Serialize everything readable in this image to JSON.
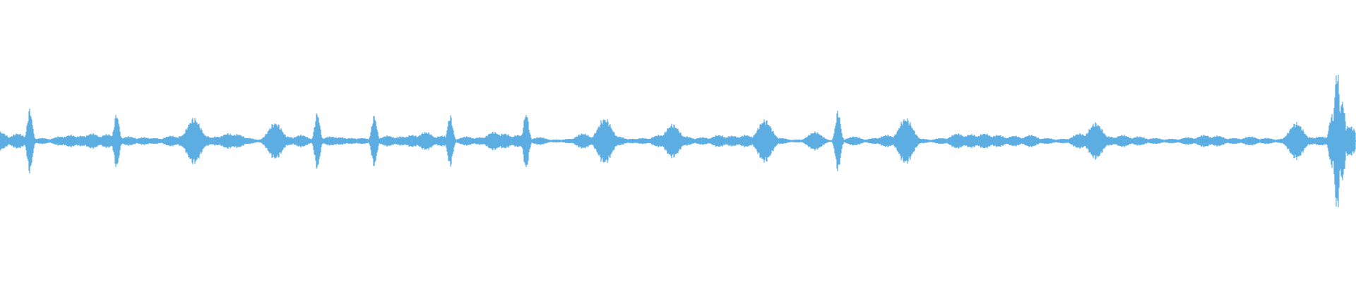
{
  "waveform": {
    "color": "#5dade2",
    "background": "#ffffff",
    "segments": [
      {
        "t": 0.0,
        "a": 0.12
      },
      {
        "t": 0.013,
        "a": 0.1
      },
      {
        "t": 0.022,
        "a": 0.42
      },
      {
        "t": 0.031,
        "a": 0.04
      },
      {
        "t": 0.044,
        "a": 0.06
      },
      {
        "t": 0.052,
        "a": 0.08
      },
      {
        "t": 0.06,
        "a": 0.07
      },
      {
        "t": 0.068,
        "a": 0.1
      },
      {
        "t": 0.079,
        "a": 0.09
      },
      {
        "t": 0.086,
        "a": 0.36
      },
      {
        "t": 0.095,
        "a": 0.06
      },
      {
        "t": 0.106,
        "a": 0.05
      },
      {
        "t": 0.114,
        "a": 0.04
      },
      {
        "t": 0.126,
        "a": 0.07
      },
      {
        "t": 0.136,
        "a": 0.08
      },
      {
        "t": 0.143,
        "a": 0.3
      },
      {
        "t": 0.151,
        "a": 0.07
      },
      {
        "t": 0.16,
        "a": 0.06
      },
      {
        "t": 0.168,
        "a": 0.1
      },
      {
        "t": 0.175,
        "a": 0.09
      },
      {
        "t": 0.183,
        "a": 0.04
      },
      {
        "t": 0.193,
        "a": 0.02
      },
      {
        "t": 0.203,
        "a": 0.24
      },
      {
        "t": 0.212,
        "a": 0.06
      },
      {
        "t": 0.222,
        "a": 0.08
      },
      {
        "t": 0.234,
        "a": 0.38
      },
      {
        "t": 0.244,
        "a": 0.06
      },
      {
        "t": 0.251,
        "a": 0.05
      },
      {
        "t": 0.259,
        "a": 0.04
      },
      {
        "t": 0.267,
        "a": 0.04
      },
      {
        "t": 0.276,
        "a": 0.34
      },
      {
        "t": 0.286,
        "a": 0.07
      },
      {
        "t": 0.296,
        "a": 0.06
      },
      {
        "t": 0.304,
        "a": 0.08
      },
      {
        "t": 0.314,
        "a": 0.12
      },
      {
        "t": 0.326,
        "a": 0.07
      },
      {
        "t": 0.332,
        "a": 0.34
      },
      {
        "t": 0.344,
        "a": 0.06
      },
      {
        "t": 0.354,
        "a": 0.05
      },
      {
        "t": 0.364,
        "a": 0.12
      },
      {
        "t": 0.372,
        "a": 0.1
      },
      {
        "t": 0.382,
        "a": 0.08
      },
      {
        "t": 0.388,
        "a": 0.38
      },
      {
        "t": 0.398,
        "a": 0.05
      },
      {
        "t": 0.41,
        "a": 0.02
      },
      {
        "t": 0.42,
        "a": 0.03
      },
      {
        "t": 0.43,
        "a": 0.1
      },
      {
        "t": 0.446,
        "a": 0.3
      },
      {
        "t": 0.456,
        "a": 0.06
      },
      {
        "t": 0.466,
        "a": 0.03
      },
      {
        "t": 0.474,
        "a": 0.04
      },
      {
        "t": 0.486,
        "a": 0.08
      },
      {
        "t": 0.496,
        "a": 0.22
      },
      {
        "t": 0.506,
        "a": 0.06
      },
      {
        "t": 0.518,
        "a": 0.05
      },
      {
        "t": 0.53,
        "a": 0.08
      },
      {
        "t": 0.54,
        "a": 0.07
      },
      {
        "t": 0.55,
        "a": 0.08
      },
      {
        "t": 0.564,
        "a": 0.28
      },
      {
        "t": 0.576,
        "a": 0.04
      },
      {
        "t": 0.588,
        "a": 0.02
      },
      {
        "t": 0.601,
        "a": 0.12
      },
      {
        "t": 0.618,
        "a": 0.4
      },
      {
        "t": 0.63,
        "a": 0.06
      },
      {
        "t": 0.645,
        "a": 0.04
      },
      {
        "t": 0.654,
        "a": 0.08
      },
      {
        "t": 0.668,
        "a": 0.3
      },
      {
        "t": 0.68,
        "a": 0.03
      },
      {
        "t": 0.694,
        "a": 0.04
      },
      {
        "t": 0.706,
        "a": 0.1
      },
      {
        "t": 0.716,
        "a": 0.09
      },
      {
        "t": 0.726,
        "a": 0.1
      },
      {
        "t": 0.736,
        "a": 0.08
      },
      {
        "t": 0.748,
        "a": 0.07
      },
      {
        "t": 0.76,
        "a": 0.08
      },
      {
        "t": 0.772,
        "a": 0.04
      },
      {
        "t": 0.784,
        "a": 0.03
      },
      {
        "t": 0.796,
        "a": 0.1
      },
      {
        "t": 0.808,
        "a": 0.24
      },
      {
        "t": 0.818,
        "a": 0.06
      },
      {
        "t": 0.828,
        "a": 0.08
      },
      {
        "t": 0.84,
        "a": 0.06
      },
      {
        "t": 0.852,
        "a": 0.04
      },
      {
        "t": 0.864,
        "a": 0.03
      },
      {
        "t": 0.876,
        "a": 0.05
      },
      {
        "t": 0.888,
        "a": 0.08
      },
      {
        "t": 0.898,
        "a": 0.07
      },
      {
        "t": 0.91,
        "a": 0.04
      },
      {
        "t": 0.922,
        "a": 0.06
      },
      {
        "t": 0.934,
        "a": 0.04
      },
      {
        "t": 0.946,
        "a": 0.03
      },
      {
        "t": 0.956,
        "a": 0.24
      },
      {
        "t": 0.966,
        "a": 0.05
      },
      {
        "t": 0.974,
        "a": 0.06
      },
      {
        "t": 0.982,
        "a": 0.34
      },
      {
        "t": 0.986,
        "a": 0.95
      },
      {
        "t": 0.99,
        "a": 0.55
      },
      {
        "t": 0.995,
        "a": 0.2
      },
      {
        "t": 1.0,
        "a": 0.08
      }
    ]
  }
}
